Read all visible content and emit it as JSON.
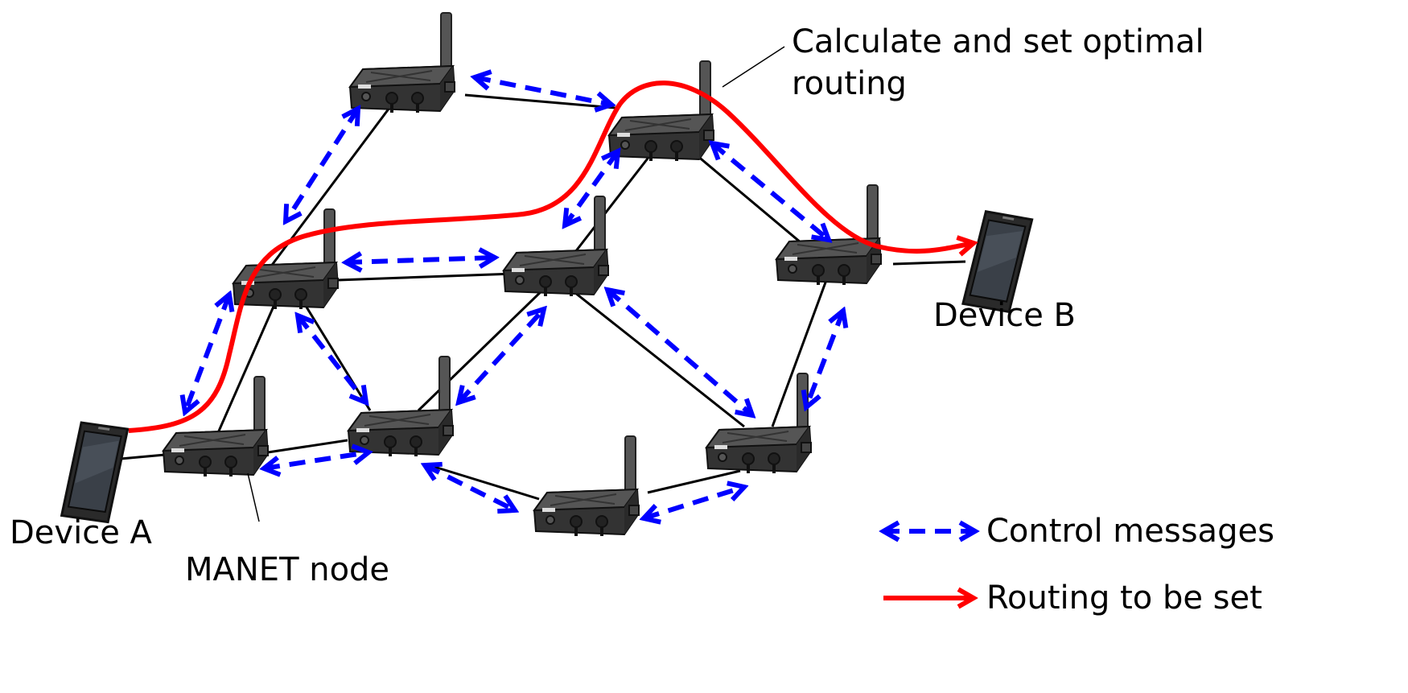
{
  "labels": {
    "device_a": "Device A",
    "device_b": "Device B",
    "manet_node": "MANET node",
    "callout_line1": "Calculate and set optimal",
    "callout_line2": "routing"
  },
  "legend": {
    "control_messages": "Control messages",
    "routing_to_be_set": "Routing to be set"
  },
  "colors": {
    "control_arrow": "#0000ff",
    "route": "#ff0000",
    "link": "#000000",
    "node_body": "#3c3c3c",
    "device_body": "#2a2a2a"
  },
  "icons": [
    "manet-node-icon",
    "smartphone-icon",
    "antenna-icon"
  ]
}
